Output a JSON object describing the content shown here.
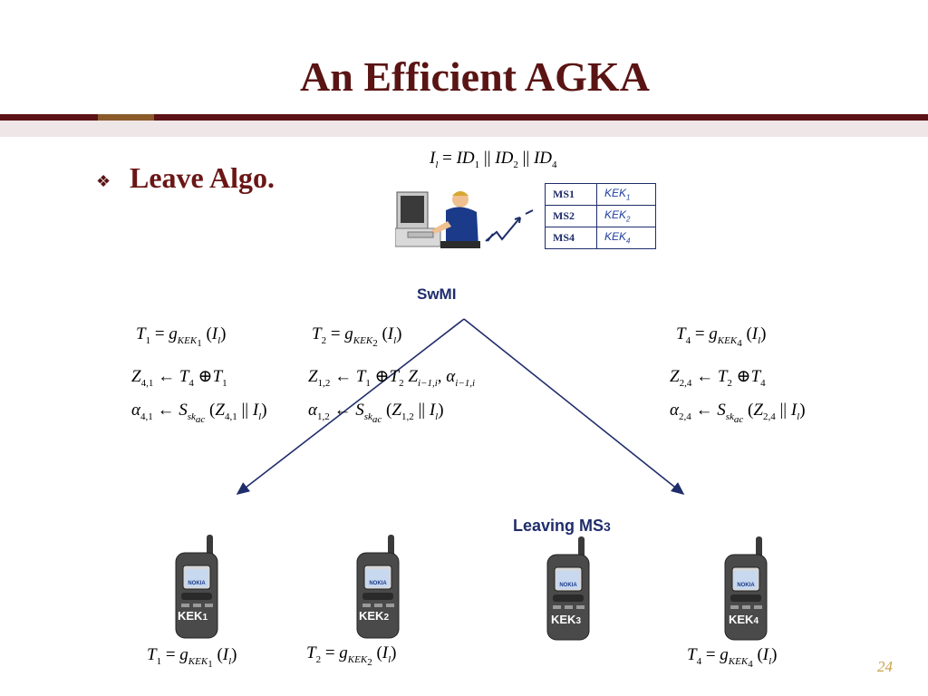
{
  "slide": {
    "title": "An Efficient AGKA",
    "bullet": "❖",
    "heading": "Leave Algo.",
    "page_number": "24"
  },
  "diagram": {
    "swmi_label": "SwMI",
    "leaving_label": "Leaving MS",
    "leaving_index": "3",
    "identity_eq": {
      "lhs": "I",
      "lhs_sub": "l",
      "rel": " = ",
      "t1": "ID",
      "s1": "1",
      "sep1": " || ",
      "t2": "ID",
      "s2": "2",
      "sep2": " || ",
      "t3": "ID",
      "s3": "4"
    },
    "kek_table": [
      {
        "ms": "MS1",
        "kek": "KEK",
        "idx": "1"
      },
      {
        "ms": "MS2",
        "kek": "KEK",
        "idx": "2"
      },
      {
        "ms": "MS4",
        "kek": "KEK",
        "idx": "4"
      }
    ],
    "phones": [
      {
        "label": "KEK",
        "idx": "1"
      },
      {
        "label": "KEK",
        "idx": "2"
      },
      {
        "label": "KEK",
        "idx": "3"
      },
      {
        "label": "KEK",
        "idx": "4"
      }
    ],
    "phone_brand": "NOKIA",
    "t_eq": [
      {
        "T": "T",
        "ts": "1",
        "g": "g",
        "gs": "KEK",
        "gss": "1",
        "arg": "I",
        "args": "l"
      },
      {
        "T": "T",
        "ts": "2",
        "g": "g",
        "gs": "KEK",
        "gss": "2",
        "arg": "I",
        "args": "l"
      },
      {
        "T": "T",
        "ts": "4",
        "g": "g",
        "gs": "KEK",
        "gss": "4",
        "arg": "I",
        "args": "l"
      }
    ],
    "z_eq": [
      {
        "Z": "Z",
        "zs": "4,1",
        "a": "T",
        "as": "4",
        "b": "T",
        "bs": "1"
      },
      {
        "Z": "Z",
        "zs": "1,2",
        "a": "T",
        "as": "1",
        "b": "T",
        "bs": "2",
        "extra": "Z",
        "extras": "i−1,i",
        "alpha": "α",
        "alphas": "i−1,i"
      },
      {
        "Z": "Z",
        "zs": "2,4",
        "a": "T",
        "as": "2",
        "b": "T",
        "bs": "4"
      }
    ],
    "alpha_eq": [
      {
        "al": "α",
        "als": "4,1",
        "S": "S",
        "Ss": "sk",
        "Sss": "ac",
        "Z": "Z",
        "zs": "4,1",
        "I": "I",
        "is": "l"
      },
      {
        "al": "α",
        "als": "1,2",
        "S": "S",
        "Ss": "sk",
        "Sss": "ac",
        "Z": "Z",
        "zs": "1,2",
        "I": "I",
        "is": "l"
      },
      {
        "al": "α",
        "als": "2,4",
        "S": "S",
        "Ss": "sk",
        "Sss": "ac",
        "Z": "Z",
        "zs": "2,4",
        "I": "I",
        "is": "l"
      }
    ]
  },
  "colors": {
    "title": "#5a1414",
    "accent_bar": "#5c1216",
    "arrow": "#1f2d6b"
  }
}
